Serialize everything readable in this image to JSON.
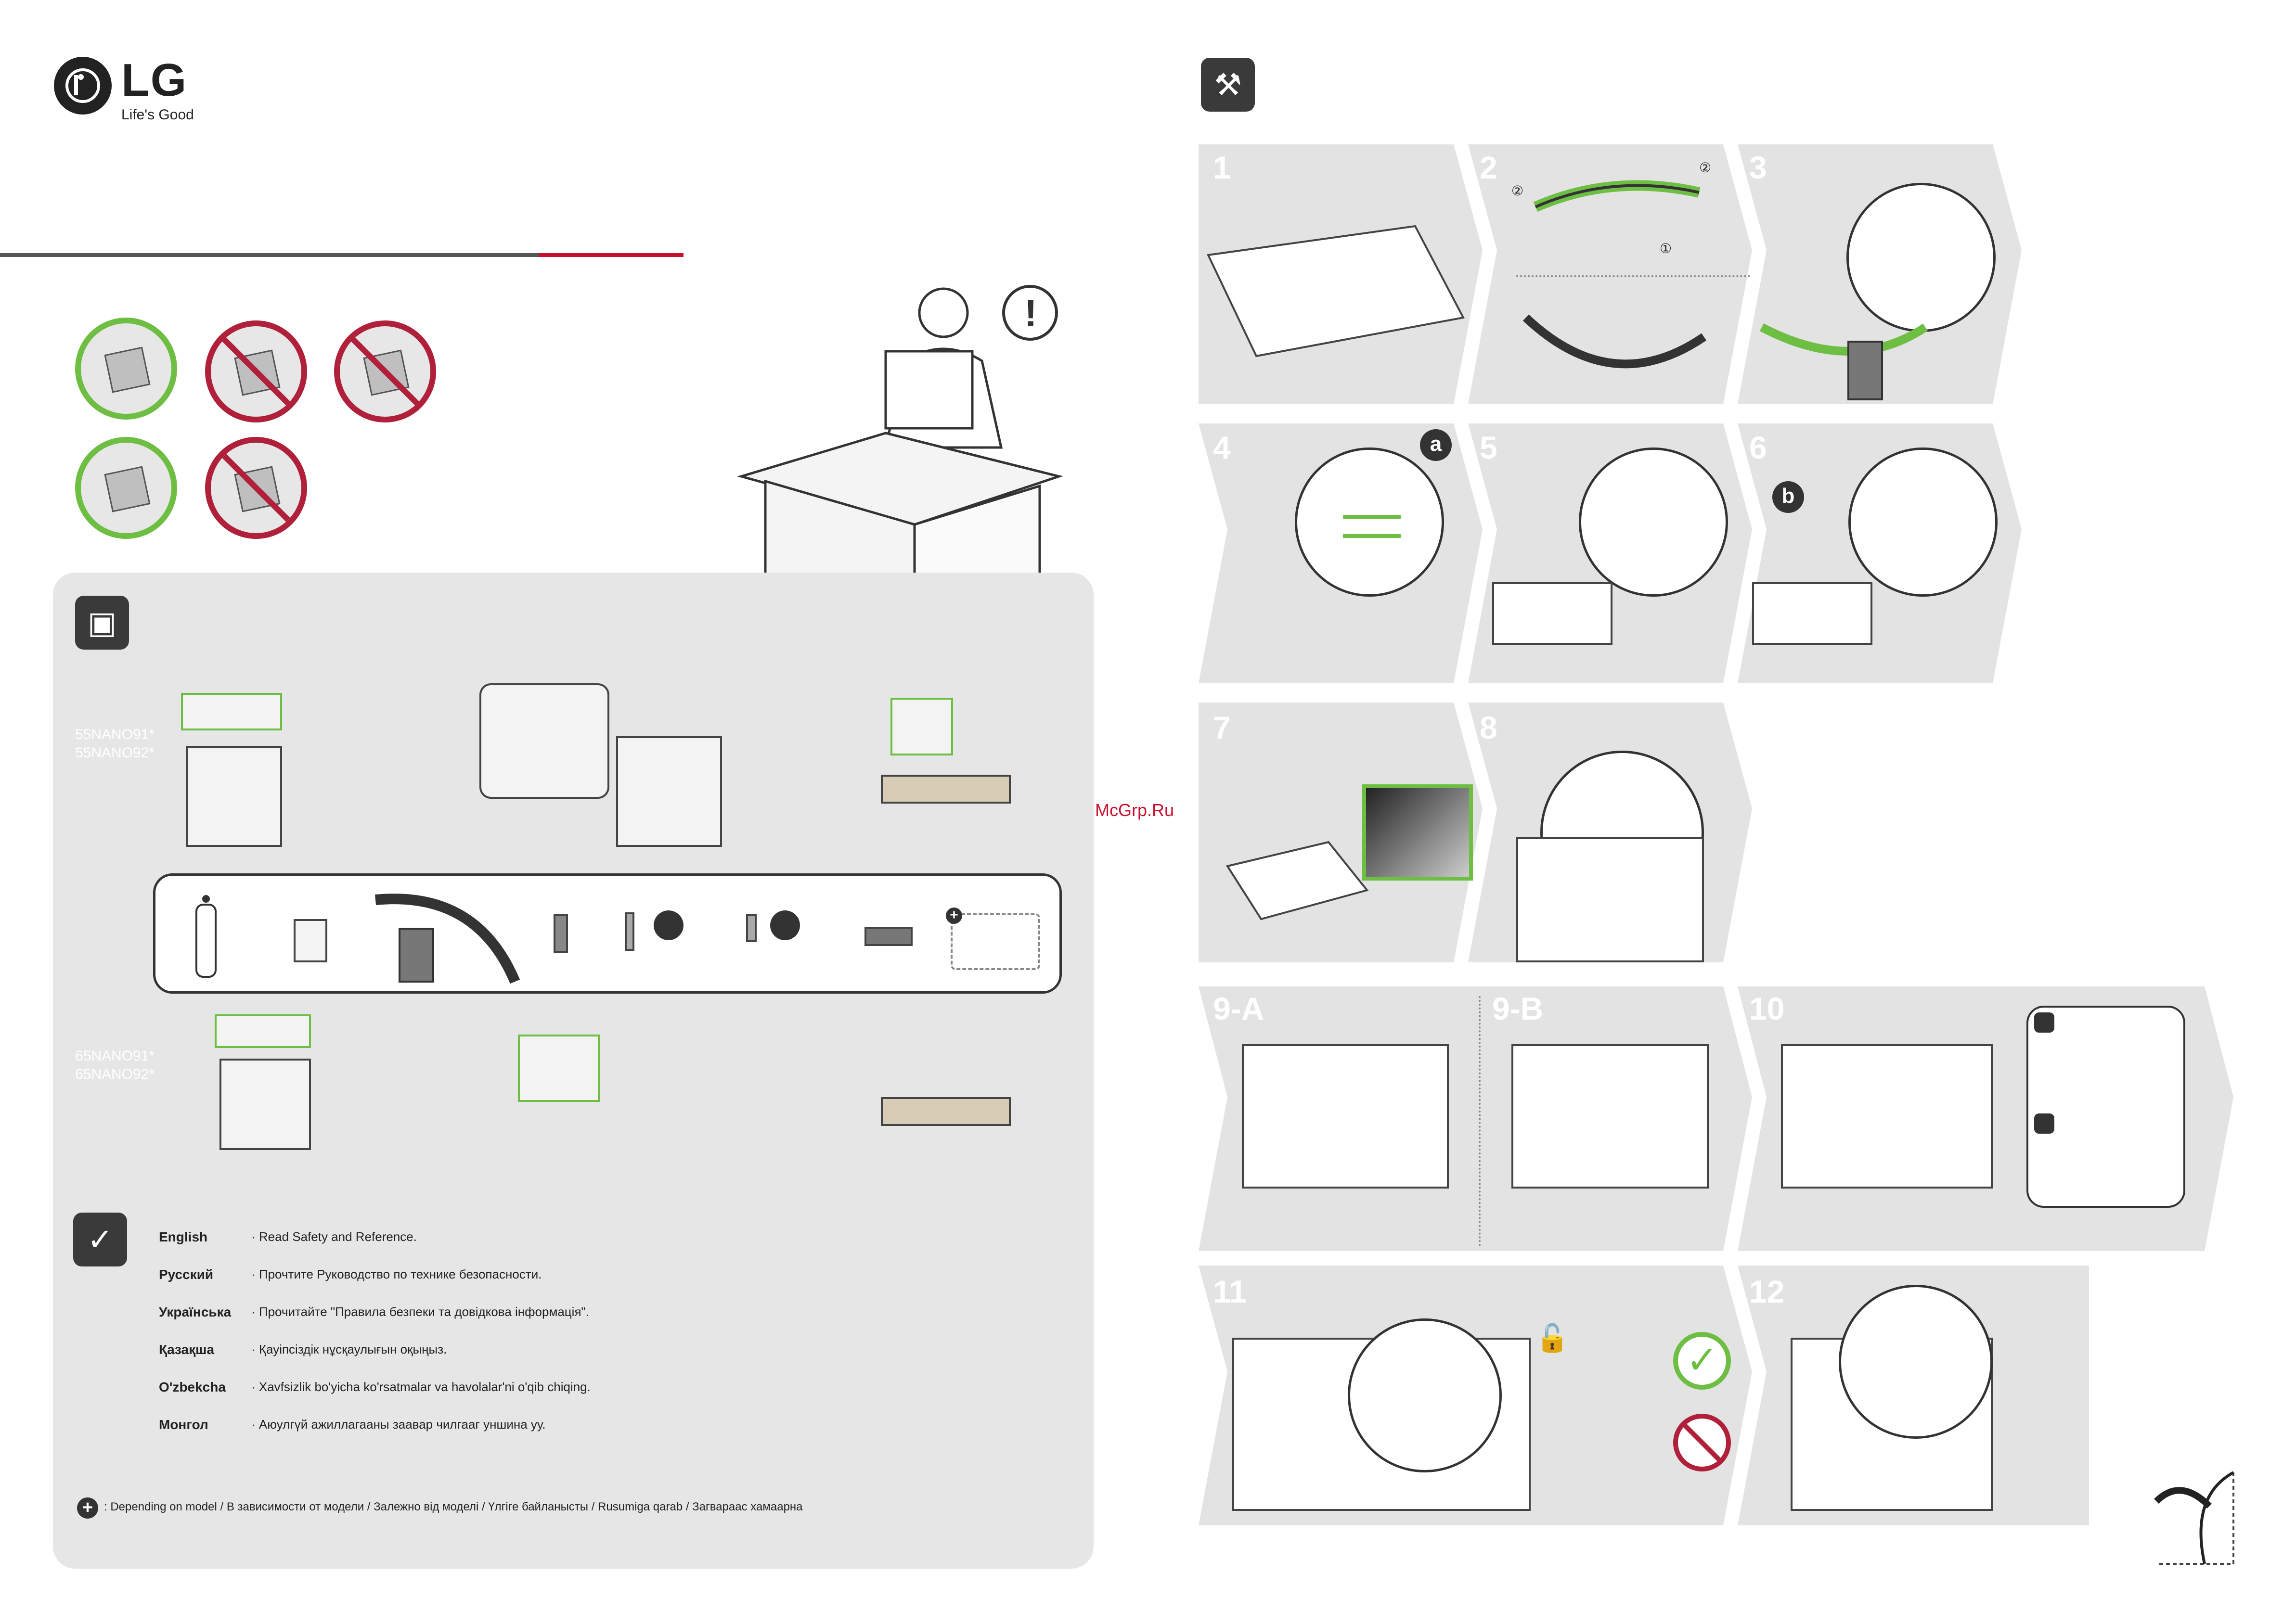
{
  "brand": {
    "logo_text": "LG",
    "tagline": "Life's Good"
  },
  "models": {
    "group_a": [
      "55NANO91*",
      "55NANO92*"
    ],
    "group_b": [
      "65NANO91*",
      "65NANO92*"
    ]
  },
  "steps": [
    "1",
    "2",
    "3",
    "4",
    "5",
    "6",
    "7",
    "8",
    "9-A",
    "9-B",
    "10",
    "11",
    "12"
  ],
  "callouts": {
    "a": "a",
    "b": "b",
    "order_1": "①",
    "order_2": "②"
  },
  "languages": [
    {
      "name": "English",
      "text": "· Read Safety and Reference."
    },
    {
      "name": "Русский",
      "text": "· Прочтите Руководство по технике безопасности."
    },
    {
      "name": "Українська",
      "text": "· Прочитайте \"Правила безпеки та довідкова інформація\"."
    },
    {
      "name": "Қазақша",
      "text": "· Қауіпсіздік нұсқаулығын оқыңыз."
    },
    {
      "name": "O'zbekcha",
      "text": "· Xavfsizlik bo'yicha ko'rsatmalar va havolalar'ni o'qib chiqing."
    },
    {
      "name": "Монгол",
      "text": "· Аюулгүй ажиллагааны заавар чилгааг уншина уу."
    }
  ],
  "footnote": ": Depending on model / В зависимости от модели / Залежно від моделі / Үлгіге байланысты / Rusumiga qarab / Загвараас хамаарна",
  "watermark": "McGrp.Ru",
  "colors": {
    "accent_green": "#6fbe44",
    "warning_red": "#b0203a",
    "brand_red": "#c8102e",
    "panel_grey": "#e6e6e6"
  },
  "icons": [
    "lg-logo-icon",
    "unbox-icon",
    "tools-icon",
    "checklist-icon",
    "plus-icon",
    "lock-icon",
    "check-icon",
    "prohibited-icon",
    "warning-icon",
    "page-turn-icon"
  ]
}
